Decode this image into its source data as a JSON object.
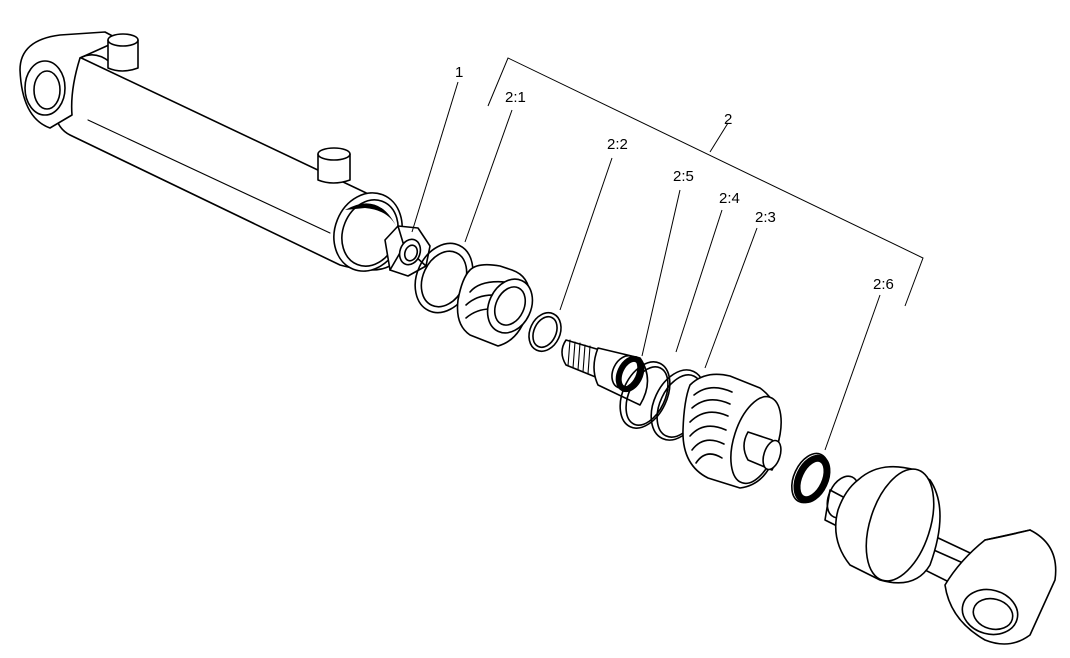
{
  "labels": {
    "part_1": "1",
    "part_2": "2",
    "part_2_1": "2:1",
    "part_2_2": "2:2",
    "part_2_3": "2:3",
    "part_2_4": "2:4",
    "part_2_5": "2:5",
    "part_2_6": "2:6"
  }
}
